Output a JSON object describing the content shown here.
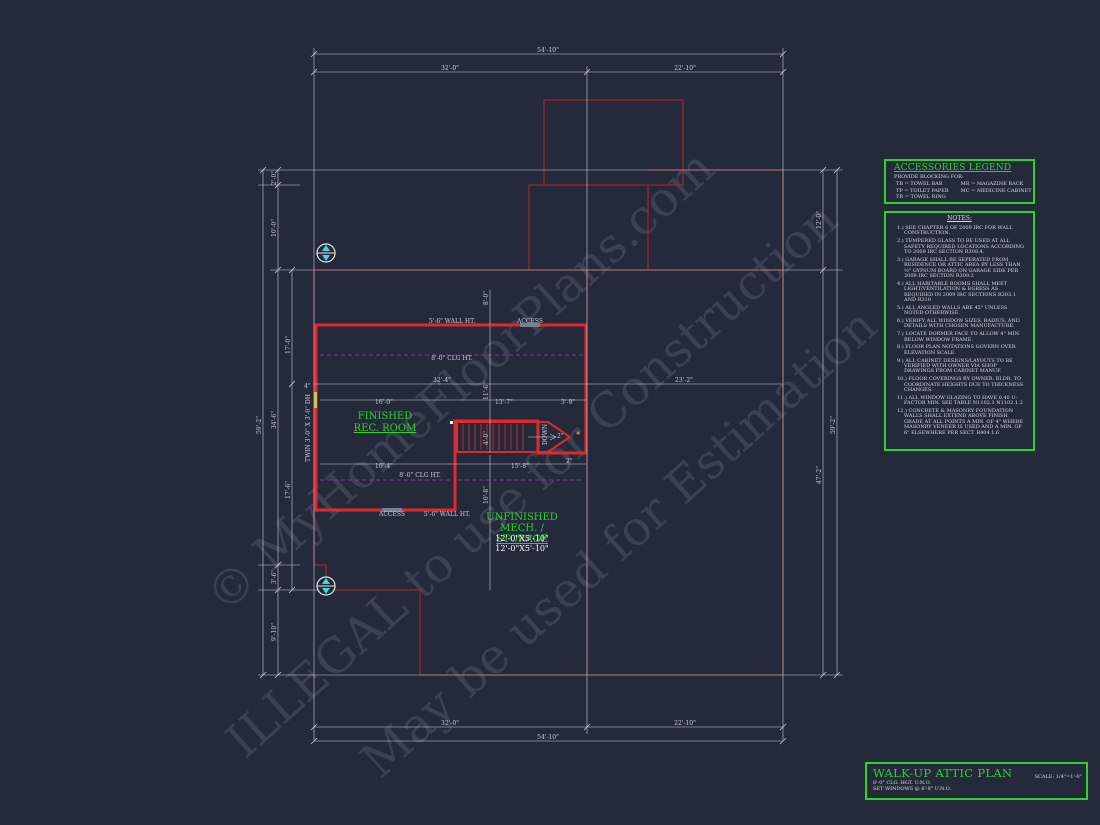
{
  "watermark": {
    "line1": "© MyHomeFloorPlans.com",
    "line2": "ILLEGAL to use for Construction",
    "line3": "May be used for Estimation"
  },
  "dimensions": {
    "top_overall": "54'-10\"",
    "top_left": "32'-0\"",
    "top_right": "22'-10\"",
    "bottom_overall": "54'-10\"",
    "bottom_left": "32'-0\"",
    "bottom_right": "22'-10\"",
    "left_overall": "59'-2\"",
    "left_seg1": "2'-0\"",
    "left_seg2": "10'-0\"",
    "left_seg3": "17'-0\"",
    "left_seg4": "34'-6\"",
    "left_seg5": "17'-6\"",
    "left_seg6": "3'-6\"",
    "left_seg7": "9'-10\"",
    "right_overall": "59'-2\"",
    "right_seg1": "12'-0\"",
    "right_seg2": "47'-2\"",
    "int_wall_top": "8'-0\"",
    "int_width": "32'-4\"",
    "int_right_width": "23'-2\"",
    "int_vert": "11'-6\"",
    "int_16": "16'-0\"",
    "int_13": "13'-7\"",
    "int_3": "3'-9\"",
    "int_16b": "16'-4\"",
    "int_15": "15'-8\"",
    "int_10": "10'-8\"",
    "stair_dim": "4'-0\"",
    "stair_2a": "2\"",
    "stair_2b": "2\"",
    "left_wall_dim": "4\""
  },
  "labels": {
    "wall_ht_top": "5'-6\" WALL HT.",
    "access_top": "ACCESS",
    "clg_ht_top": "8'-0\" CLG HT.",
    "clg_ht_bottom": "8'-0\" CLG HT.",
    "access_bottom": "ACCESS",
    "wall_ht_bottom": "5'-6\" WALL HT.",
    "window": "TWIN 3'-0\" X 3'-0\" DH",
    "down": "DOWN",
    "finished_1": "FINISHED",
    "finished_2": "REC. ROOM",
    "unfinished_1": "UNFINISHED",
    "unfinished_2": "MECH. /",
    "unfinished_3": "STORAGE",
    "dormer_1": "12'-0\"X5'-10\"",
    "dormer_2": "12'-0\"X5'-10\""
  },
  "accessories_legend": {
    "title": "ACCESSORIES LEGEND",
    "subtitle": "PROVIDE BLOCKING FOR:",
    "rows": [
      [
        "TB = TOWEL BAR",
        "MR = MAGAZINE RACK"
      ],
      [
        "TP = TOILET PAPER",
        "MC = MEDICINE CABINET"
      ],
      [
        "TR = TOWEL RING",
        ""
      ]
    ]
  },
  "notes": {
    "title": "NOTES:",
    "items": [
      "1.) SEE CHAPTER 6 OF 2009 IRC FOR WALL CONSTRUCTION.",
      "2.) TEMPERED GLASS TO BE USED AT ALL SAFETY REQUIRED LOCATIONS ACCORDING TO 2009 IRC SECTION R308.4.",
      "3.) GARAGE SHALL BE SEPERATED FROM RESIDENCE OR ATTIC AREA BY LESS THAN ½\" GYPSUM BOARD ON GARAGE SIDE PER 2009 IRC SECTION R309.2",
      "4.) ALL HABITABLE ROOMS SHALL MEET LIGHT/VENTILATION & EGRESS AS REQUIRED IN 2009 IRC SECTIONS R303.1 AND R310",
      "5.) ALL ANGLED WALLS ARE 45° UNLESS NOTED OTHERWISE.",
      "6.) VERIFY ALL WINDOW SIZES, RADIUS, AND DETAILS WITH CHOSEN MANUFACTURE.",
      "7.) LOCATE DORMER FACE TO ALLOW 4\" MIN. BELOW WINDOW FRAME.",
      "8.) FLOOR PLAN NOTATIONS GOVERN OVER ELEVATION SCALE.",
      "9.) ALL CABINET DESIGNS/LAYOUTS TO BE VERIFIED WITH OWNER VIA SHOP DRAWINGS FROM CABINET MANUF.",
      "10.) FLOOR COVERINGS BY OWNER. BLDR. TO COORDINATE HEIGHTS DUE TO THICKNESS CHANGES.",
      "11.) ALL WINDOW GLAZING TO HAVE 0.40 U-FACTOR MIN. SEE TABLE N1102.1 N1102.1.2",
      "12.) CONCRETE & MASONRY FOUNDATION WALLS SHALL EXTEND ABOVE FINISH GRADE AT ALL POINTS A MIN. OF 4\" WHERE MASONRY VENEER IS USED AND A MIN. OF 6\" ELSEWHERE PER SECT. R404.1.6"
    ]
  },
  "title_block": {
    "title": "WALK-UP ATTIC PLAN",
    "scale": "SCALE: 1/4\"=1'-0\"",
    "line1": "8'-0\" CLG. HGT. U.N.O.",
    "line2": "SET WINDOWS @ 6'-8\" U.N.O."
  },
  "colors": {
    "background": "#252a3b",
    "wall_red": "#e0282e",
    "outline_red": "#b8242c",
    "legend_green": "#2bd32b",
    "dim_line": "#c9ccd6",
    "magenta_dash": "#9a3fb5"
  }
}
